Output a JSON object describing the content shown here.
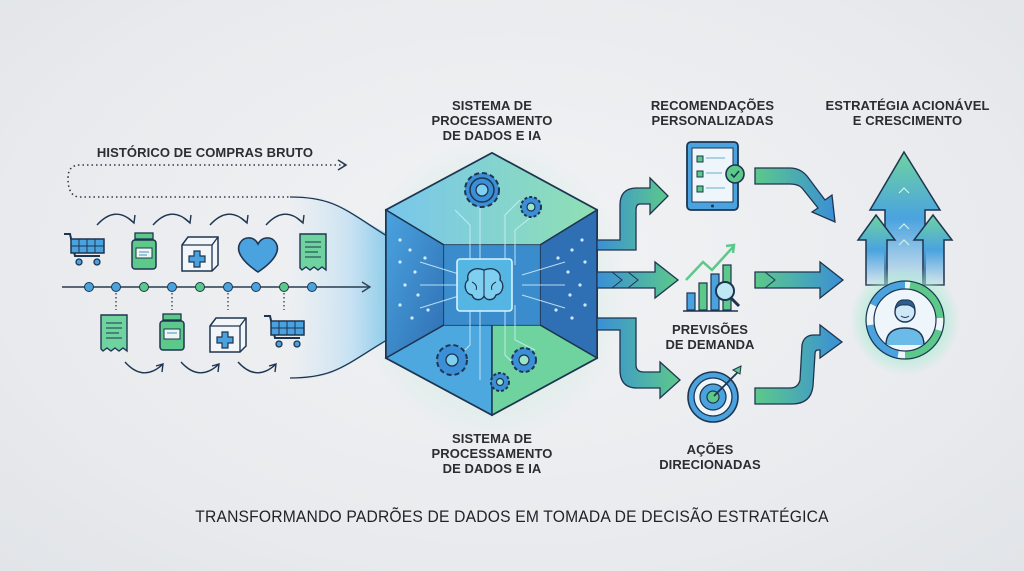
{
  "labels": {
    "raw_history": "HISTÓRICO DE COMPRAS BRUTO",
    "system_top": "SISTEMA DE\nPROCESSAMENTO\nDE DADOS E IA",
    "system_bottom": "SISTEMA DE\nPROCESSAMENTO\nDE DADOS E IA",
    "recommendations": "RECOMENDAÇÕES\nPERSONALIZADAS",
    "forecasts": "PREVISÕES\nDE DEMANDA",
    "targeted_actions": "AÇÕES\nDIRECIONADAS",
    "strategy": "ESTRATÉGIA ACIONÁVEL\nE CRESCIMENTO"
  },
  "caption": "TRANSFORMANDO PADRÕES DE DADOS EM TOMADA DE DECISÃO ESTRATÉGICA",
  "purchase_icons_top": [
    "cart-icon",
    "medicine-bottle-icon",
    "medical-box-icon",
    "heart-icon",
    "receipt-icon"
  ],
  "purchase_icons_bottom": [
    "receipt-icon",
    "medicine-bottle-icon",
    "medical-box-icon",
    "cart-icon"
  ],
  "colors": {
    "blue": "#3a8fd6",
    "light_blue": "#5bb8e6",
    "green": "#5cc98a",
    "outline": "#1e3550",
    "background": "#e9ebee",
    "text": "#2a2d31"
  }
}
